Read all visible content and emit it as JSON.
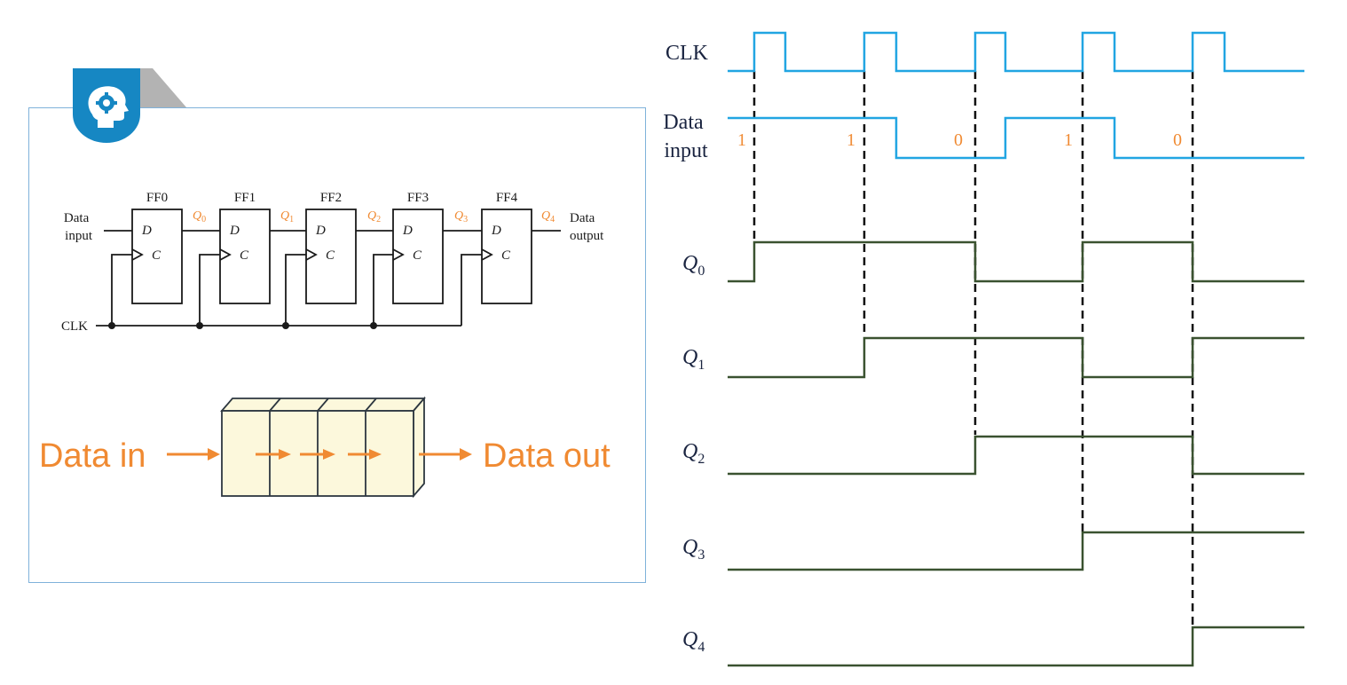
{
  "colors": {
    "card_border": "#7fb2da",
    "badge": "#1687c3",
    "badge_fold": "#b3b3b3",
    "accent_orange": "#f08a32",
    "clk_trace": "#21a5e2",
    "q_trace": "#3a5230",
    "circuit_line": "#1a1a1a",
    "register_fill": "#fcf8dc",
    "register_stroke": "#2d3740"
  },
  "badge": {
    "icon": "head-gear-icon"
  },
  "circuit": {
    "flipflops": [
      {
        "name": "FF0",
        "d": "D",
        "c": "C",
        "out": "Q",
        "out_sub": "0"
      },
      {
        "name": "FF1",
        "d": "D",
        "c": "C",
        "out": "Q",
        "out_sub": "1"
      },
      {
        "name": "FF2",
        "d": "D",
        "c": "C",
        "out": "Q",
        "out_sub": "2"
      },
      {
        "name": "FF3",
        "d": "D",
        "c": "C",
        "out": "Q",
        "out_sub": "3"
      },
      {
        "name": "FF4",
        "d": "D",
        "c": "C",
        "out": "Q",
        "out_sub": "4"
      }
    ],
    "data_input_label": [
      "Data",
      "input"
    ],
    "data_output_label": [
      "Data",
      "output"
    ],
    "clk_label": "CLK"
  },
  "register_block": {
    "data_in": "Data in",
    "data_out": "Data out",
    "cells": 4
  },
  "timing": {
    "clk_label": "CLK",
    "data_input_label": [
      "Data",
      "input"
    ],
    "data_bits": [
      "1",
      "1",
      "0",
      "1",
      "0"
    ],
    "outputs": [
      {
        "name": "Q",
        "sub": "0"
      },
      {
        "name": "Q",
        "sub": "1"
      },
      {
        "name": "Q",
        "sub": "2"
      },
      {
        "name": "Q",
        "sub": "3"
      },
      {
        "name": "Q",
        "sub": "4"
      }
    ]
  }
}
